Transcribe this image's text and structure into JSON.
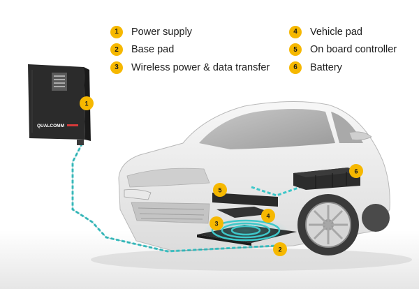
{
  "legend": {
    "items": [
      {
        "num": "1",
        "label": "Power supply"
      },
      {
        "num": "2",
        "label": "Base pad"
      },
      {
        "num": "3",
        "label": "Wireless power & data transfer"
      },
      {
        "num": "4",
        "label": "Vehicle pad"
      },
      {
        "num": "5",
        "label": "On board controller"
      },
      {
        "num": "6",
        "label": "Battery"
      }
    ]
  },
  "power_supply": {
    "brand": "QUALCOMM"
  },
  "colors": {
    "accent": "#f6b800",
    "cable": "#3ec7c9",
    "unit": "#2b2b2b"
  },
  "icons": [
    "car-illustration",
    "power-supply-unit",
    "charging-cable",
    "wireless-wave-icon"
  ]
}
